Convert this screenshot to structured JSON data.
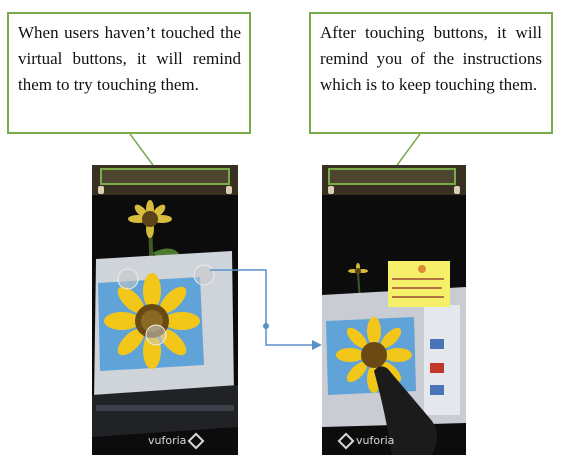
{
  "callouts": {
    "left": "When users haven’t touched the virtual buttons, it will remind them to try touching them.",
    "right": "After touching buttons, it will remind you of the instructions which is to keep touching them."
  },
  "phones": {
    "left": {
      "banner": "",
      "left_button": "",
      "right_button": "",
      "brand": "vuforia"
    },
    "right": {
      "banner": "",
      "left_button": "",
      "right_button": "",
      "instruction_note": "",
      "brand": "vuforia"
    }
  },
  "colors": {
    "callout_border": "#7aab4a",
    "arrow": "#5b8fc7",
    "note_bg": "#f5ef6a"
  },
  "icons": [
    "vuforia-logo-icon",
    "flower-icon",
    "arrow-connector"
  ]
}
